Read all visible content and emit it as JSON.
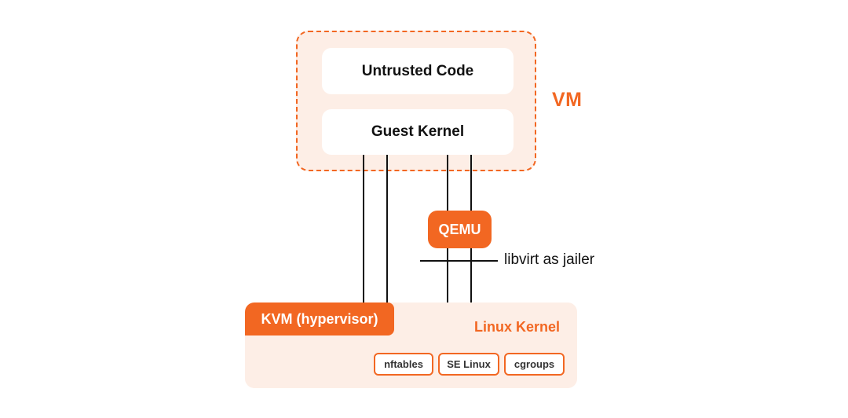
{
  "vm": {
    "label": "VM",
    "untrusted_code": "Untrusted Code",
    "guest_kernel": "Guest Kernel"
  },
  "qemu": {
    "label": "QEMU"
  },
  "libvirt": {
    "label": "libvirt as jailer"
  },
  "kernel": {
    "label": "Linux Kernel",
    "kvm_label": "KVM (hypervisor)",
    "modules": [
      "nftables",
      "SE Linux",
      "cgroups"
    ]
  },
  "colors": {
    "accent": "#f26722",
    "fill": "#fdeee6",
    "line": "#111111"
  }
}
